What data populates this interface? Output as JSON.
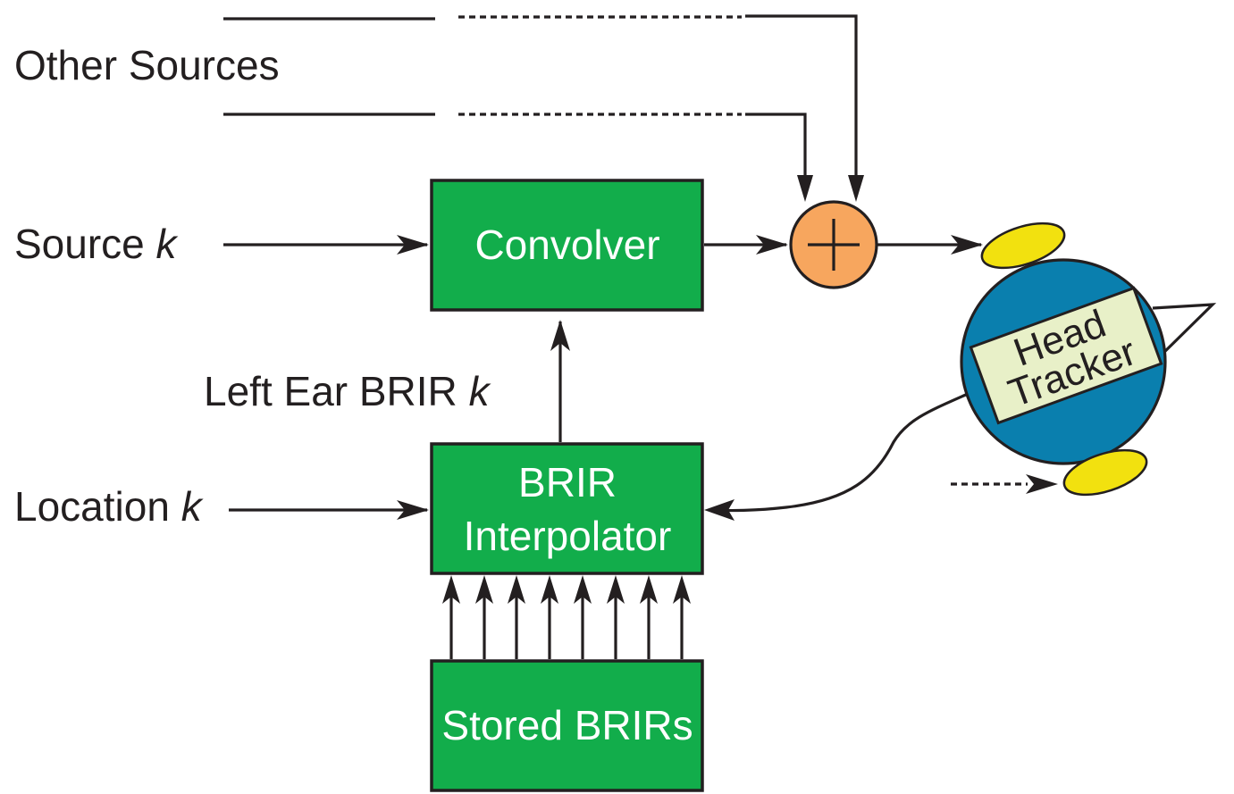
{
  "labels": {
    "other_sources": "Other Sources",
    "source_prefix": "Source ",
    "location_prefix": "Location ",
    "left_ear_brir_prefix": "Left Ear BRIR  ",
    "k": "k"
  },
  "blocks": {
    "convolver": "Convolver",
    "brir_interpolator_line1": "BRIR",
    "brir_interpolator_line2": "Interpolator",
    "stored_brirs": "Stored BRIRs",
    "summer_symbol": "+"
  },
  "head_tracker": {
    "line1": "Head",
    "line2": "Tracker"
  },
  "colors": {
    "block_fill": "#12ad4b",
    "summer_fill": "#f7a65e",
    "head_fill": "#0a7fae",
    "ear_fill": "#f2e10f",
    "tracker_label_fill": "#e8f0c8",
    "line": "#231f20"
  }
}
